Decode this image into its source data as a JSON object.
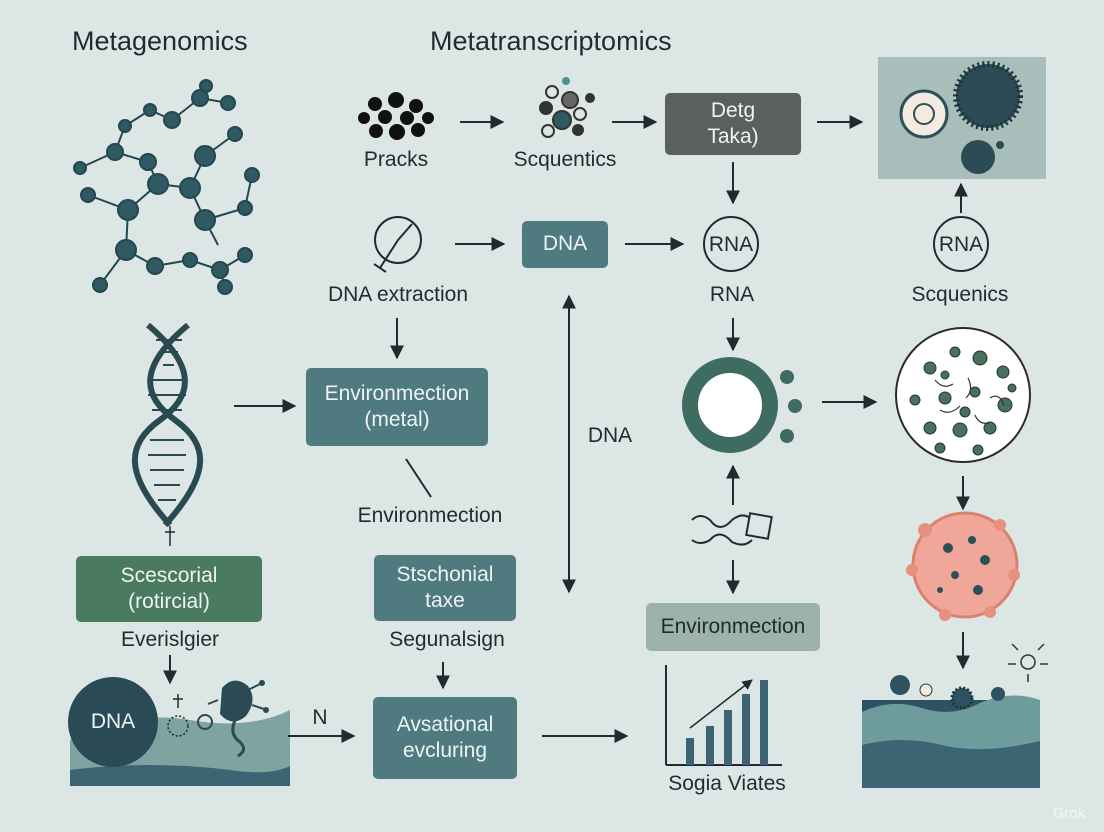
{
  "headings": {
    "left": "Metagenomics",
    "center": "Metatranscriptomics"
  },
  "labels": {
    "pracks": "Pracks",
    "sequentics": "Scquentics",
    "dna_extraction": "DNA extraction",
    "rna_mid": "RNA",
    "sequenics_right": "Scquenics",
    "dna_side": "DNA",
    "environmection_mid": "Environmection",
    "everislgier": "Everislgier",
    "segunalsign": "Segunalsign",
    "n": "N",
    "sogia_viates": "Sogia Viates"
  },
  "boxes": {
    "detg": [
      "Detg",
      "Taka)"
    ],
    "dna": [
      "DNA"
    ],
    "environmection_metal": [
      "Environmection",
      "(metal)"
    ],
    "scescorial": [
      "Scescorial",
      "(rotircial)"
    ],
    "stschonial": [
      "Stschonial",
      "taxe"
    ],
    "avsational": [
      "Avsational",
      "evcluring"
    ],
    "environmection_light": [
      "Environmection"
    ]
  },
  "circle_labels": {
    "rna_mid": "RNA",
    "rna_right": "RNA",
    "dna_big": "DNA"
  },
  "watermark": "Grok",
  "colors": {
    "background": "#dce7e5",
    "slate": "#4e7a80",
    "green": "#4a7a5f",
    "dark": "#2f4f57",
    "salmon": "#f0a79a"
  }
}
